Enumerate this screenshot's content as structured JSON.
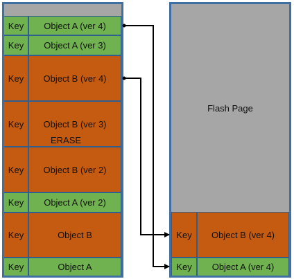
{
  "diagram": {
    "left_column": {
      "rows": [
        {
          "key": "Key",
          "value": "Object A (ver 4)",
          "color": "#6fb24f"
        },
        {
          "key": "Key",
          "value": "Object A (ver 3)",
          "color": "#6fb24f"
        },
        {
          "key": "Key",
          "value": "Object B (ver 4)",
          "color": "#c55a11"
        },
        {
          "key": "Key",
          "value": "Object B (ver 3)",
          "color": "#c55a11",
          "note": "ERASE"
        },
        {
          "key": "Key",
          "value": "Object B (ver 2)",
          "color": "#c55a11"
        },
        {
          "key": "Key",
          "value": "Object A (ver 2)",
          "color": "#6fb24f"
        },
        {
          "key": "Key",
          "value": "Object B",
          "color": "#c55a11"
        },
        {
          "key": "Key",
          "value": "Object A",
          "color": "#6fb24f"
        }
      ]
    },
    "right_column": {
      "empty_label": "Flash Page",
      "rows": [
        {
          "key": "Key",
          "value": "Object B (ver 4)",
          "color": "#c55a11"
        },
        {
          "key": "Key",
          "value": "Object A (ver 4)",
          "color": "#6fb24f"
        }
      ]
    },
    "arrow_color": "#000000",
    "frame_color": "#3f6fa3"
  }
}
